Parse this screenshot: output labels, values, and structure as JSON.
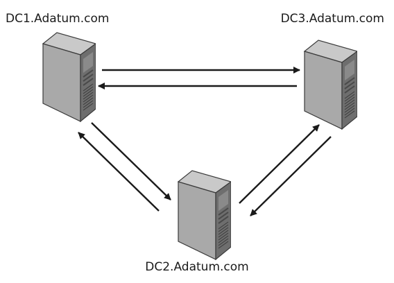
{
  "nodes": {
    "dc1": {
      "label": "DC1.Adatum.com"
    },
    "dc2": {
      "label": "DC2.Adatum.com"
    },
    "dc3": {
      "label": "DC3.Adatum.com"
    }
  },
  "connections": [
    {
      "from": "DC1.Adatum.com",
      "to": "DC3.Adatum.com"
    },
    {
      "from": "DC3.Adatum.com",
      "to": "DC1.Adatum.com"
    },
    {
      "from": "DC1.Adatum.com",
      "to": "DC2.Adatum.com"
    },
    {
      "from": "DC2.Adatum.com",
      "to": "DC1.Adatum.com"
    },
    {
      "from": "DC2.Adatum.com",
      "to": "DC3.Adatum.com"
    },
    {
      "from": "DC3.Adatum.com",
      "to": "DC2.Adatum.com"
    }
  ],
  "colors": {
    "arrow": "#1a1a1a",
    "server_light": "#b9b9b9",
    "server_mid": "#8f8f8f",
    "server_dark": "#5e5e5e",
    "outline": "#3a3a3a"
  },
  "icons": {
    "server": "tower-server-icon"
  }
}
